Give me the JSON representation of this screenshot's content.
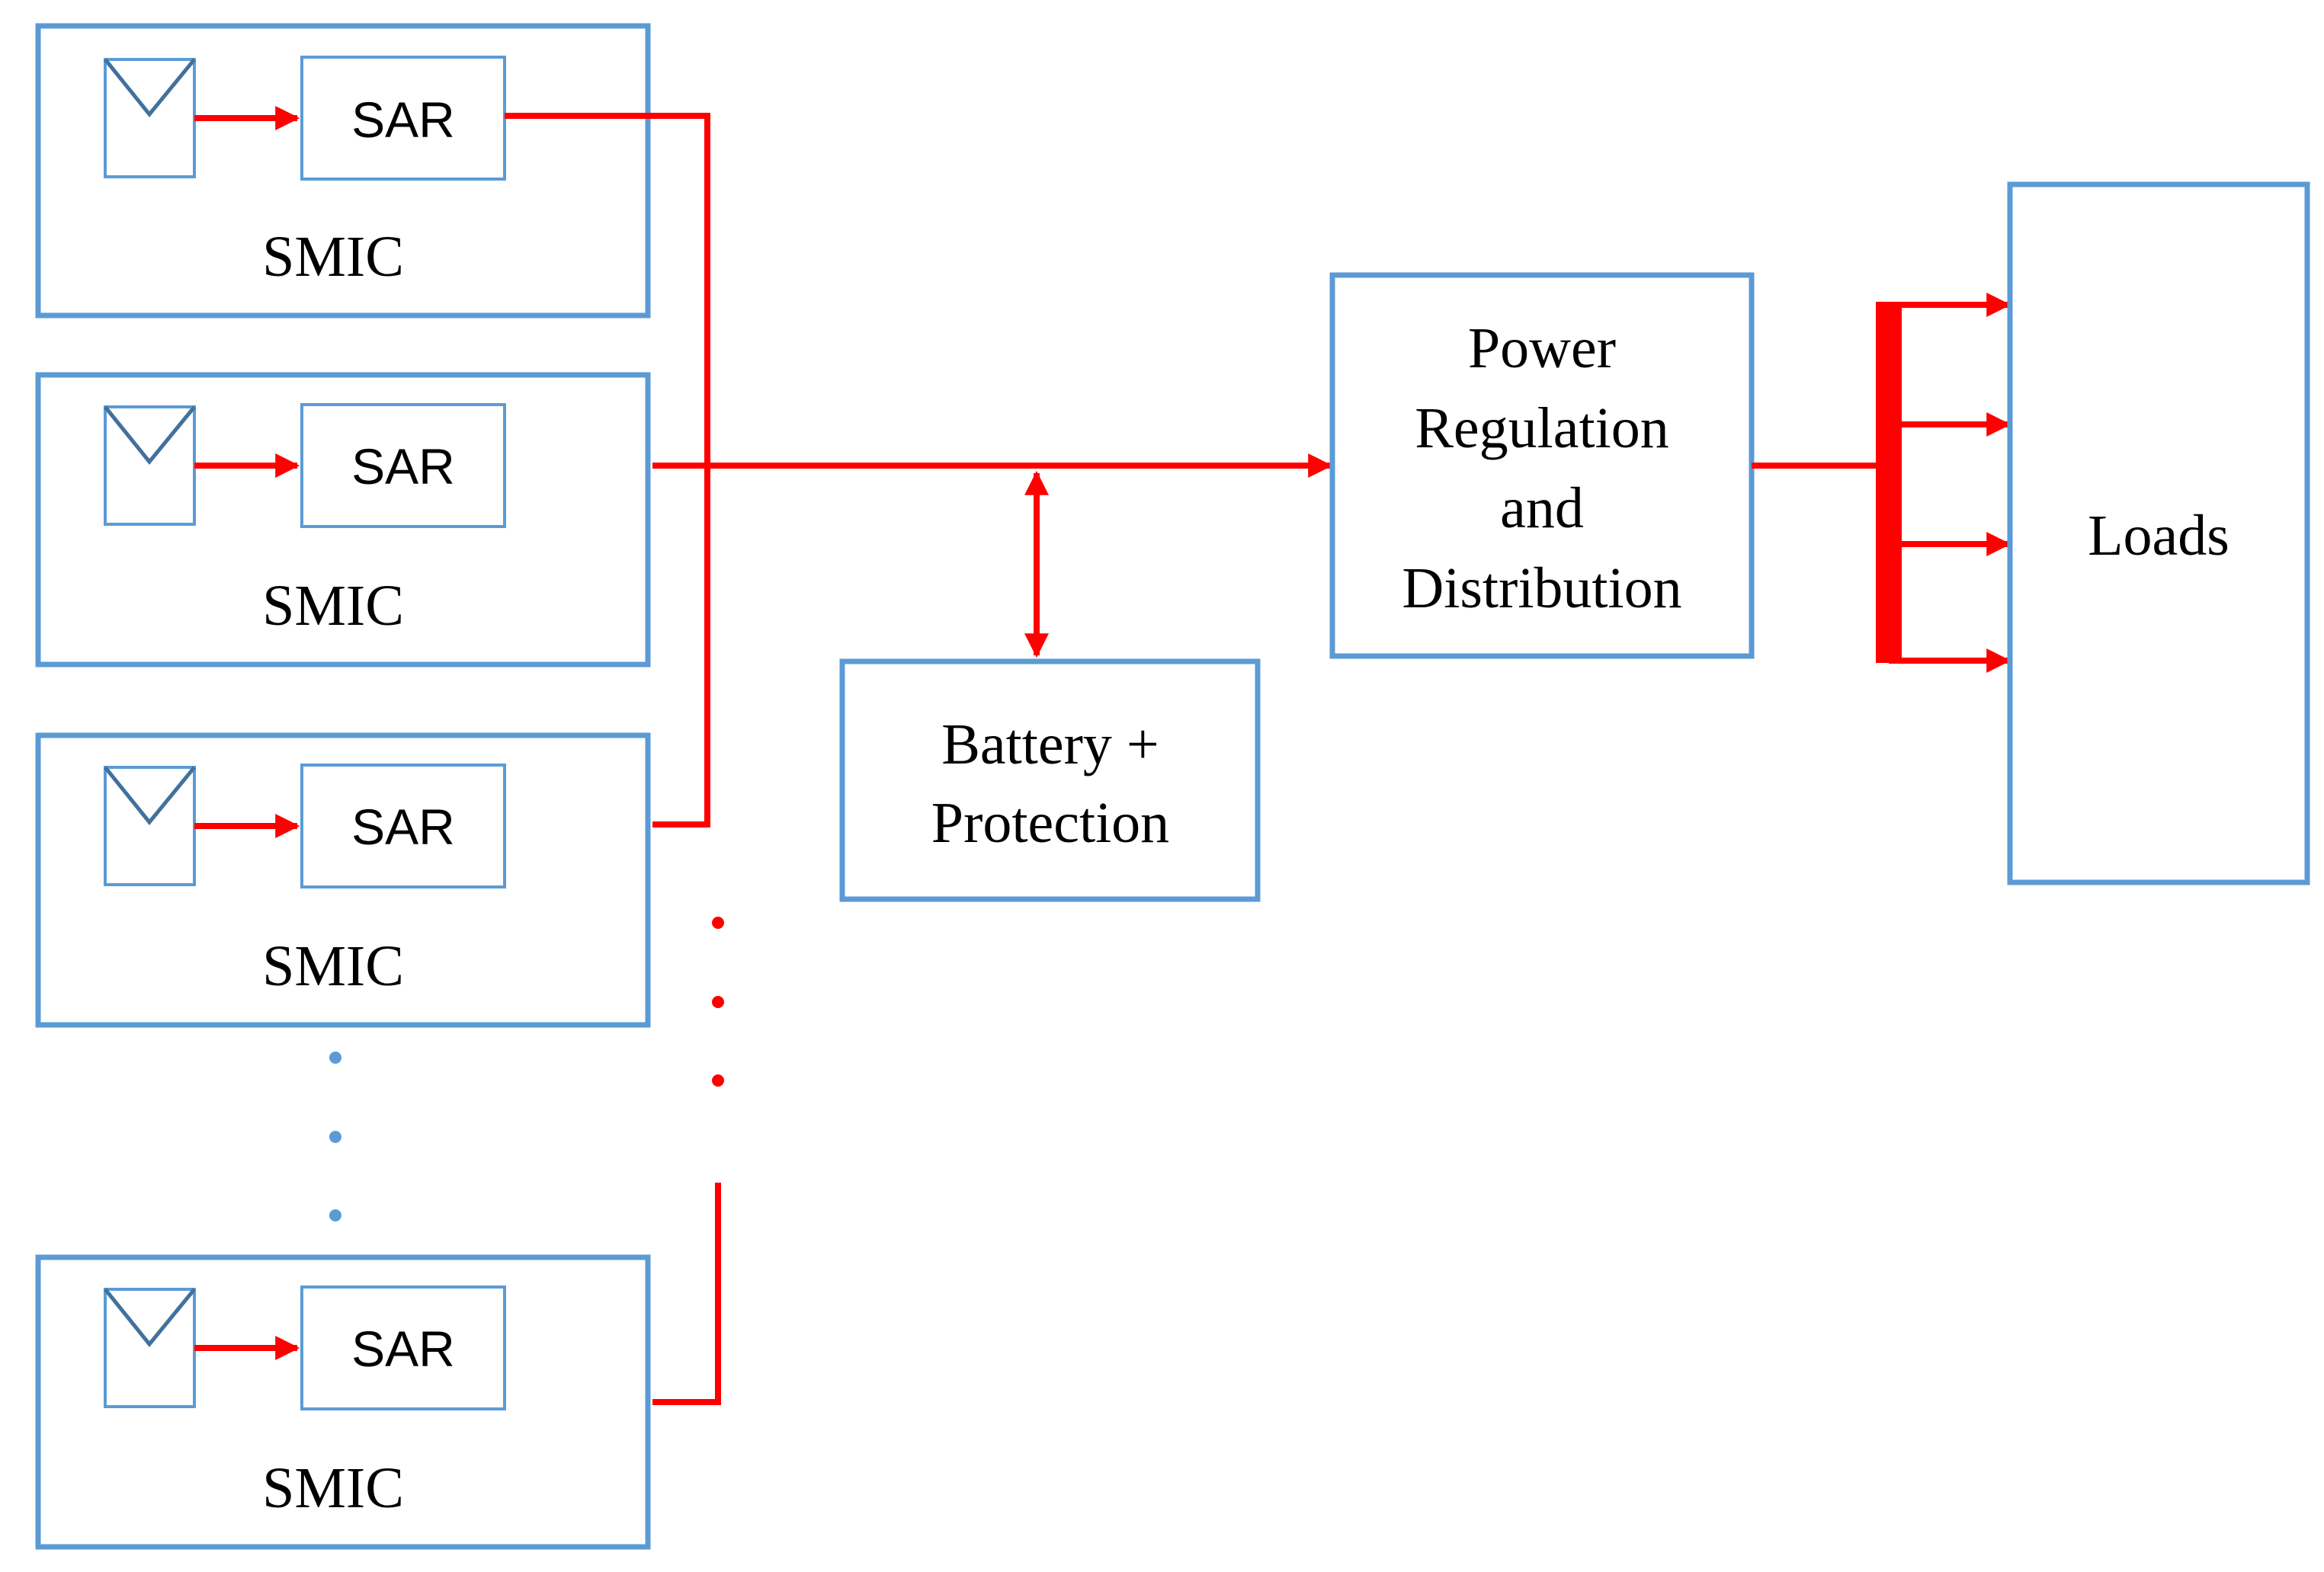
{
  "modules": [
    {
      "label": "SMIC",
      "sar_label": "SAR"
    },
    {
      "label": "SMIC",
      "sar_label": "SAR"
    },
    {
      "label": "SMIC",
      "sar_label": "SAR"
    },
    {
      "label": "SMIC",
      "sar_label": "SAR"
    }
  ],
  "battery": {
    "line1": "Battery +",
    "line2": "Protection"
  },
  "regulation": {
    "line1": "Power",
    "line2": "Regulation",
    "line3": "and",
    "line4": "Distribution"
  },
  "loads": {
    "label": "Loads"
  },
  "colors": {
    "wire": "#ff0000",
    "box": "#5b9bd5",
    "panel": "#41719c"
  },
  "icons": {
    "solar_panel": "solar-panel-icon"
  }
}
